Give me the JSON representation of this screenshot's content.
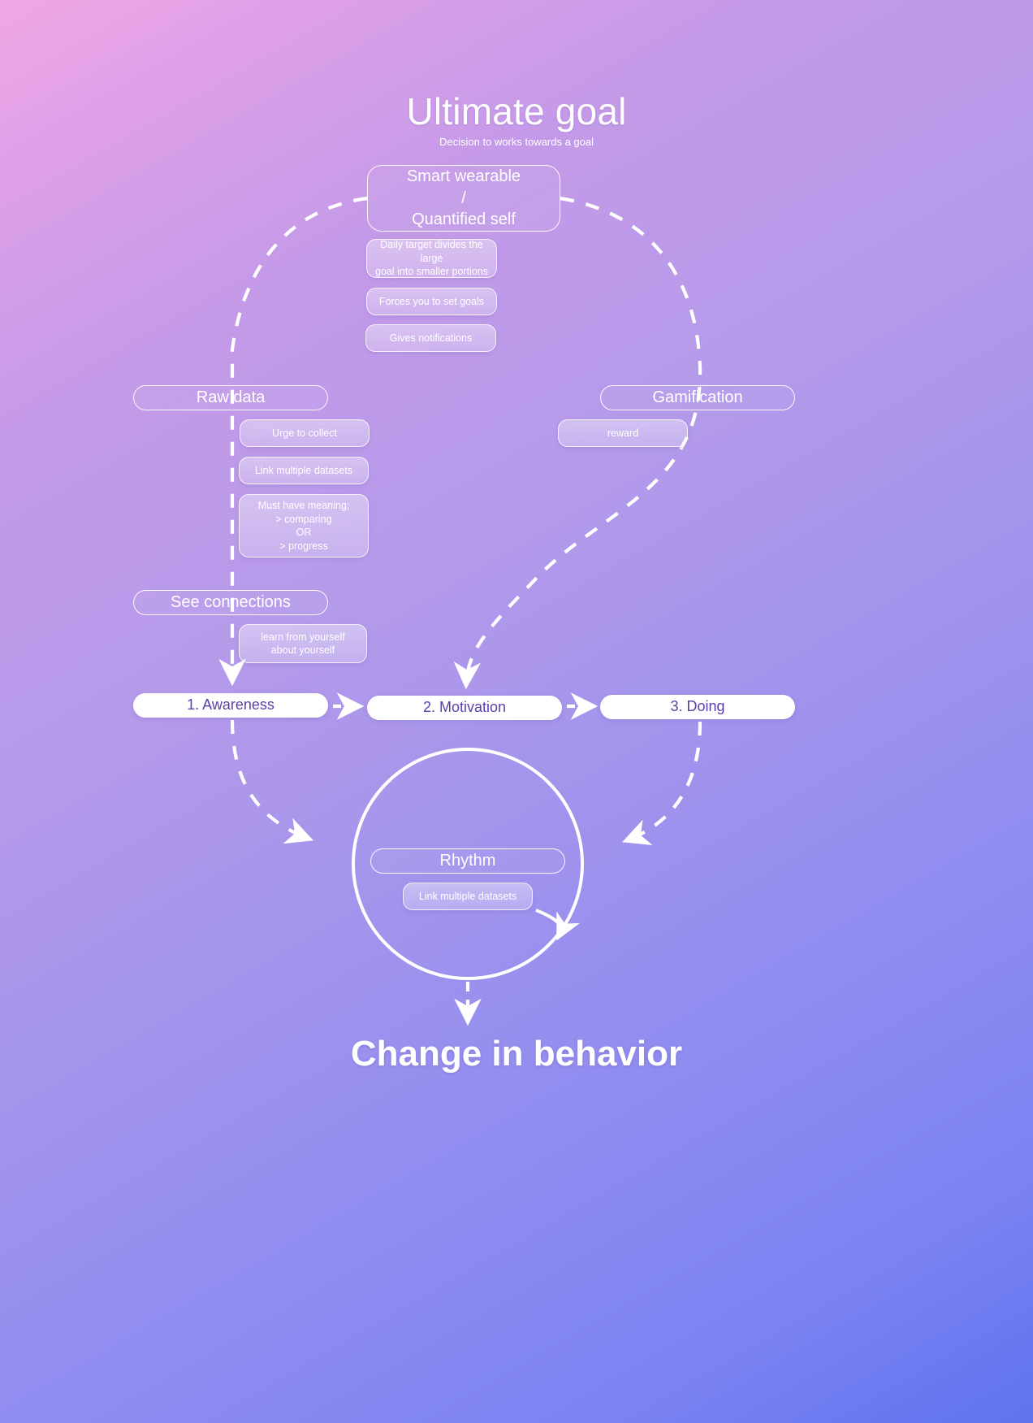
{
  "header": {
    "title": "Ultimate goal",
    "subtitle": "Decision to works towards a goal"
  },
  "footer": {
    "outcome": "Change in behavior"
  },
  "nodes": {
    "smart_wearable": "Smart wearable\n/\nQuantified self",
    "daily_target": "Daily target divides the large\ngoal into smaller portions",
    "forces_goals": "Forces you to set goals",
    "notifications": "Gives  notifications",
    "raw_data": "Raw data",
    "urge_to_collect": "Urge to collect",
    "link_datasets_left": "Link multiple datasets",
    "must_have_meaning": "Must have meaning;\n> comparing\nOR\n> progress",
    "gamification": "Gamification",
    "reward": "reward",
    "see_connections": "See connections",
    "learn_from_yourself": "learn from yourself\nabout yourself",
    "rhythm": "Rhythm",
    "link_datasets_circle": "Link multiple datasets"
  },
  "stages": [
    {
      "label": "1. Awareness"
    },
    {
      "label": "2. Motivation"
    },
    {
      "label": "3. Doing"
    }
  ],
  "colors": {
    "background_start": "#f0a8e4",
    "background_end": "#5f72ee",
    "node_stroke": "#ffffff",
    "stage_fill": "#ffffff",
    "stage_text": "#5b3fa8",
    "text": "#ffffff"
  },
  "connectors": {
    "style": "dashed",
    "loop_shape": "circle",
    "description": "Dashed loop from Smart wearable down both sides into Awareness and Motivation; stages chain left to right; curved dashed arrows converge on the Rhythm circle; dashed arrow exits to Change in behavior."
  }
}
